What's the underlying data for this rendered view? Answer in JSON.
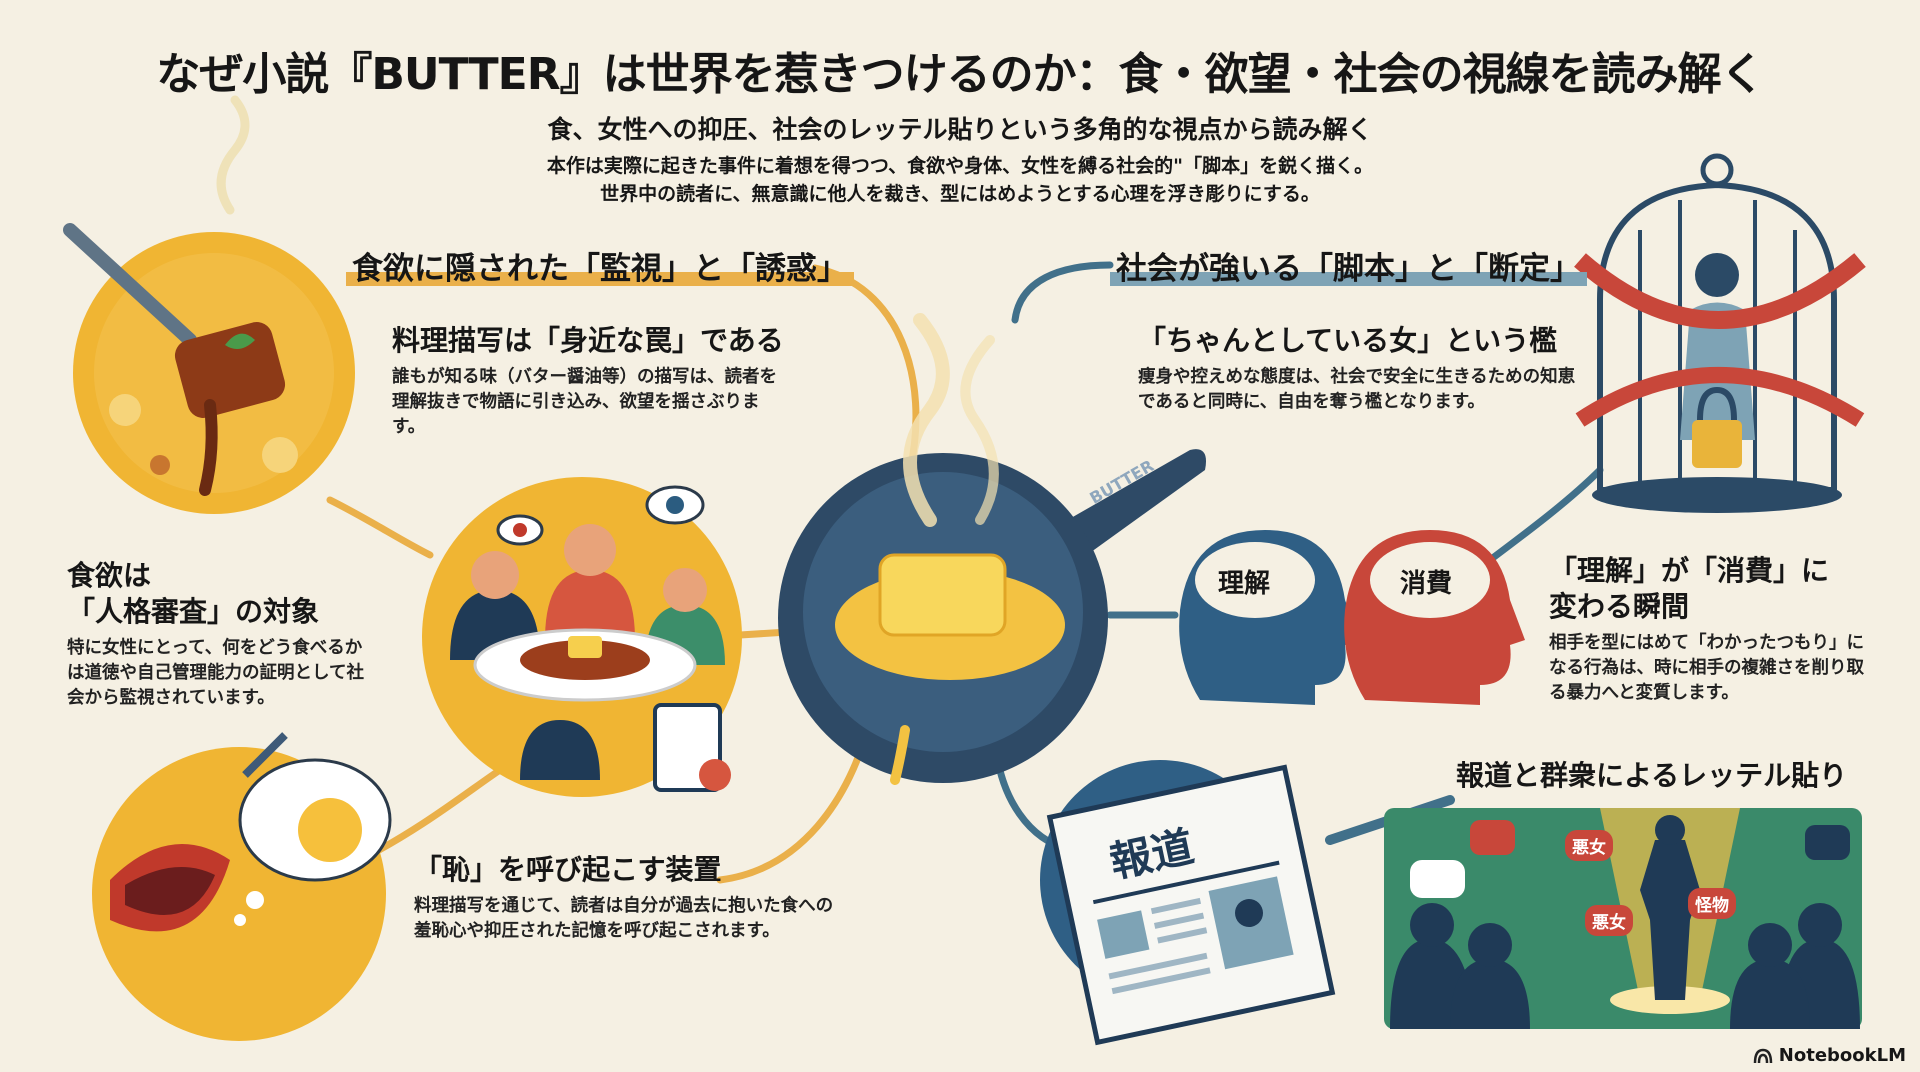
{
  "header": {
    "title": "なぜ小説『BUTTER』は世界を惹きつけるのか：食・欲望・社会の視線を読み解く",
    "subtitle": "食、女性への抑圧、社会のレッテル貼りという多角的な視点から読み解く",
    "description": [
      "本作は実際に起きた事件に着想を得つつ、食欲や身体、女性を縛る社会的\"「脚本」を鋭く描く。",
      "世界中の読者に、無意識に他人を裁き、型にはめようとする心理を浮き彫りにする。"
    ]
  },
  "left_section": {
    "heading": "食欲に隠された「監視」と「誘惑」",
    "accent_color": "#eab04a",
    "items": [
      {
        "title": "料理描写は「身近な罠」である",
        "body": "誰もが知る味（バター醤油等）の描写は、読者を理解抜きで物語に引き込み、欲望を揺さぶります。"
      },
      {
        "title_lines": [
          "食欲は",
          "「人格審査」の対象"
        ],
        "body": "特に女性にとって、何をどう食べるかは道徳や自己管理能力の証明として社会から監視されています。"
      },
      {
        "title": "「恥」を呼び起こす装置",
        "body": "料理描写を通じて、読者は自分が過去に抱いた食への羞恥心や抑圧された記憶を呼び起こされます。"
      }
    ]
  },
  "center": {
    "pan_label": "BUTTER"
  },
  "right_section": {
    "heading": "社会が強いる「脚本」と「断定」",
    "accent_color": "#7ea3b5",
    "items": [
      {
        "title": "「ちゃんとしている女」という檻",
        "body": "痩身や控えめな態度は、社会で安全に生きるための知恵であると同時に、自由を奪う檻となります。"
      },
      {
        "title_lines": [
          "「理解」が「消費」に",
          "変わる瞬間"
        ],
        "body": "相手を型にはめて「わかったつもり」になる行為は、時に相手の複雑さを削り取る暴力へと変質します。",
        "head_labels": [
          "理解",
          "消費"
        ]
      },
      {
        "title": "報道と群衆によるレッテル貼り",
        "newspaper_label": "報道",
        "bubble_labels": [
          "悪女",
          "悪女",
          "怪物"
        ]
      }
    ]
  },
  "footer": {
    "brand": "NotebookLM"
  }
}
